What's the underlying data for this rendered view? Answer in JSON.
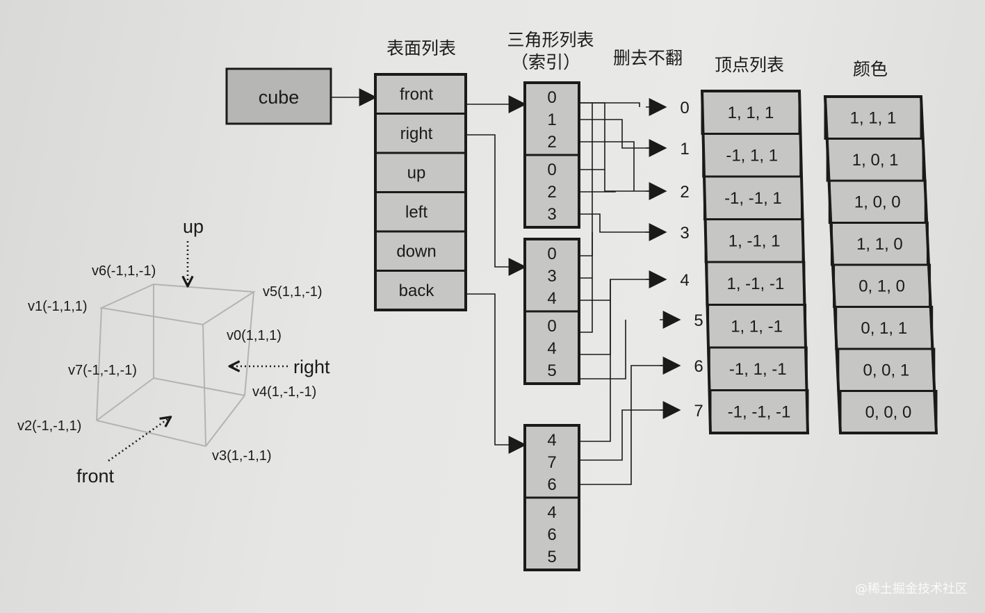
{
  "headers": {
    "face_list": "表面列表",
    "triangle_list": "三角形列表",
    "index_note": "（索引）",
    "cull": "删去不翻",
    "vertex_list": "顶点列表",
    "color": "颜色"
  },
  "cube_label": "cube",
  "faces": [
    "front",
    "right",
    "up",
    "left",
    "down",
    "back"
  ],
  "triangle_groups": [
    {
      "face": "front",
      "triangles": [
        [
          "0",
          "1",
          "2"
        ],
        [
          "0",
          "2",
          "3"
        ]
      ]
    },
    {
      "face": "right",
      "triangles": [
        [
          "0",
          "3",
          "4"
        ],
        [
          "0",
          "4",
          "5"
        ]
      ]
    },
    {
      "face": "back",
      "triangles": [
        [
          "4",
          "7",
          "6"
        ],
        [
          "4",
          "6",
          "5"
        ]
      ]
    }
  ],
  "indices": [
    "0",
    "1",
    "2",
    "3",
    "4",
    "5",
    "6",
    "7"
  ],
  "vertices": [
    "1,  1,  1",
    "-1,  1,  1",
    "-1, -1, 1",
    "1, -1,  1",
    "1, -1, -1",
    "1, 1, -1",
    "-1, 1, -1",
    "-1, -1, -1"
  ],
  "colors": [
    "1, 1, 1",
    "1, 0, 1",
    "1, 0, 0",
    "1, 1, 0",
    "0, 1, 0",
    "0, 1, 1",
    "0, 0, 1",
    "0, 0, 0"
  ],
  "cube_diagram": {
    "arrows": {
      "up": "up",
      "right": "right",
      "front": "front"
    },
    "vertex_labels": {
      "v0": "v0(1,1,1)",
      "v1": "v1(-1,1,1)",
      "v2": "v2(-1,-1,1)",
      "v3": "v3(1,-1,1)",
      "v4": "v4(1,-1,-1)",
      "v5": "v5(1,1,-1)",
      "v6": "v6(-1,1,-1)",
      "v7": "v7(-1,-1,-1)"
    }
  },
  "watermark": "@稀土掘金技术社区"
}
